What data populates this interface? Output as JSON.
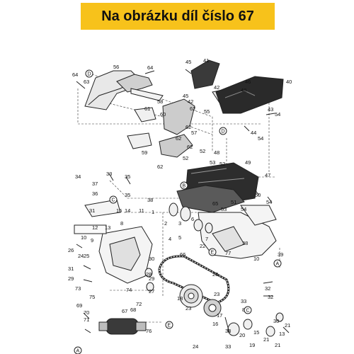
{
  "banner": {
    "title": "Na obrázku díl číslo 67",
    "color": "#f7c21b"
  },
  "part_numbers": [
    "1",
    "2",
    "3",
    "4",
    "5",
    "6",
    "7",
    "8",
    "9",
    "10",
    "11",
    "12",
    "13",
    "14",
    "15",
    "16",
    "17",
    "18",
    "19",
    "20",
    "21",
    "22",
    "23",
    "24",
    "25",
    "26",
    "27",
    "28",
    "29",
    "30",
    "31",
    "32",
    "33",
    "34",
    "35",
    "36",
    "37",
    "38",
    "39",
    "40",
    "41",
    "42",
    "43",
    "44",
    "45",
    "46",
    "47",
    "48",
    "49",
    "50",
    "51",
    "52",
    "53",
    "54",
    "55",
    "56",
    "57",
    "58",
    "59",
    "60",
    "61",
    "62",
    "63",
    "64",
    "65",
    "66",
    "67",
    "68",
    "69",
    "70",
    "71",
    "72",
    "73",
    "74",
    "75",
    "76",
    "77"
  ],
  "reference_markers": [
    "A",
    "B",
    "C",
    "D",
    "E"
  ],
  "icons": [
    "exploded-parts-diagram"
  ]
}
